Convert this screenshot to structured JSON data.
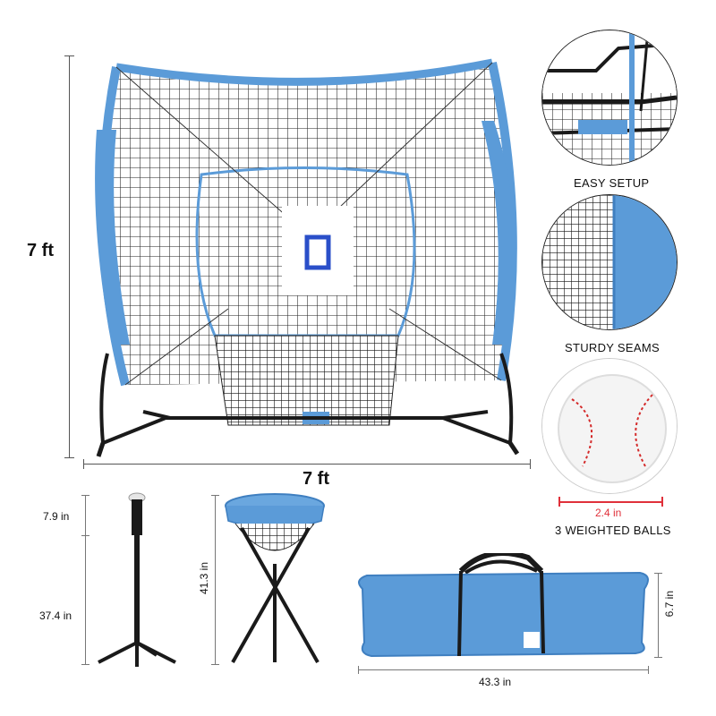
{
  "net": {
    "height_label": "7 ft",
    "width_label": "7 ft"
  },
  "features": [
    {
      "caption": "EASY SETUP"
    },
    {
      "caption": "STURDY SEAMS"
    },
    {
      "caption": "3 WEIGHTED BALLS"
    }
  ],
  "ball": {
    "diameter_label": "2.4 in"
  },
  "tee": {
    "top_label": "7.9 in",
    "bottom_label": "37.4 in"
  },
  "caddy": {
    "height_label": "41.3 in"
  },
  "bag": {
    "height_label": "6.7 in",
    "length_label": "43.3 in"
  },
  "colors": {
    "accent_blue": "#5b9bd8",
    "frame_black": "#1a1a1a",
    "dimension_red": "#e0303a"
  }
}
